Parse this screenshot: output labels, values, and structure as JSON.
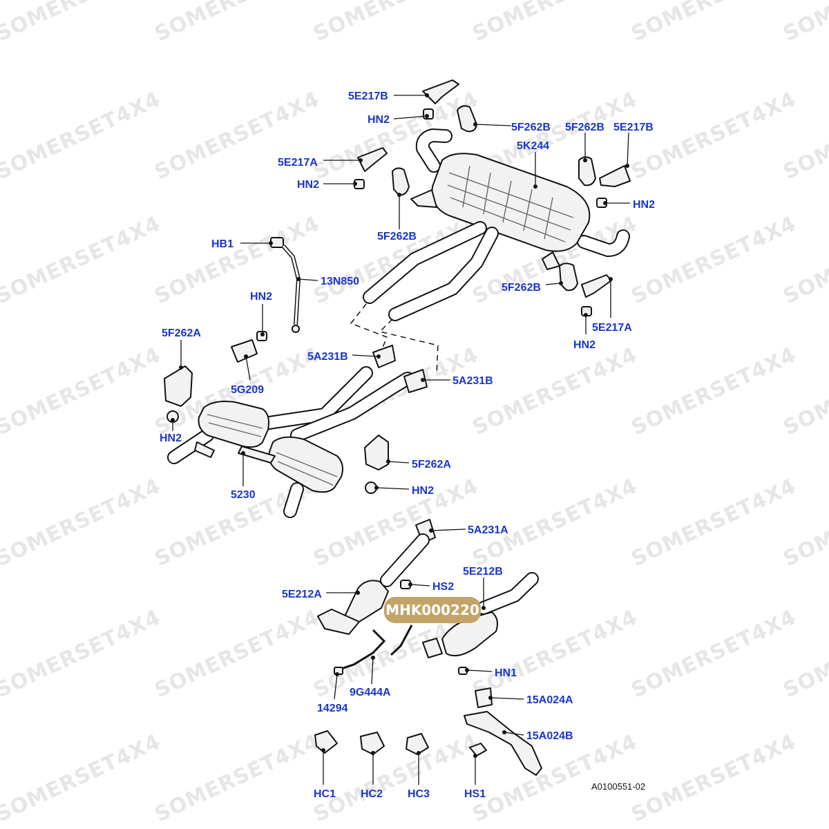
{
  "watermark": "SOMERSET4X4",
  "diagram_ref": "A0100551-02",
  "badge": {
    "text": "MHK000220",
    "color": "#c3a468"
  },
  "label_color": "#1a35c9",
  "labels": {
    "l_5e217b_top": "5E217B",
    "l_hn2_top": "HN2",
    "l_5f262b_top": "5F262B",
    "l_5k244": "5K244",
    "l_5f262b_right": "5F262B",
    "l_5e217b_right": "5E217B",
    "l_5e217a_left": "5E217A",
    "l_hn2_left": "HN2",
    "l_hn2_right": "HN2",
    "l_5f262b_mid": "5F262B",
    "l_hb1": "HB1",
    "l_13n850": "13N850",
    "l_5f262b_low": "5F262B",
    "l_5e217a_right": "5E217A",
    "l_hn2_low": "HN2",
    "l_hn2_mid": "HN2",
    "l_5f262a_left": "5F262A",
    "l_5a231b_a": "5A231B",
    "l_5g209": "5G209",
    "l_5a231b_b": "5A231B",
    "l_hn2_far_left": "HN2",
    "l_5f262a_right": "5F262A",
    "l_5230": "5230",
    "l_hn2_bottom_right": "HN2",
    "l_5a231a": "5A231A",
    "l_hs2": "HS2",
    "l_5e212b": "5E212B",
    "l_5e212a": "5E212A",
    "l_hn1": "HN1",
    "l_9g444a": "9G444A",
    "l_14294": "14294",
    "l_15a024a": "15A024A",
    "l_15a024b": "15A024B",
    "l_hc1": "HC1",
    "l_hc2": "HC2",
    "l_hc3": "HC3",
    "l_hs1": "HS1"
  }
}
